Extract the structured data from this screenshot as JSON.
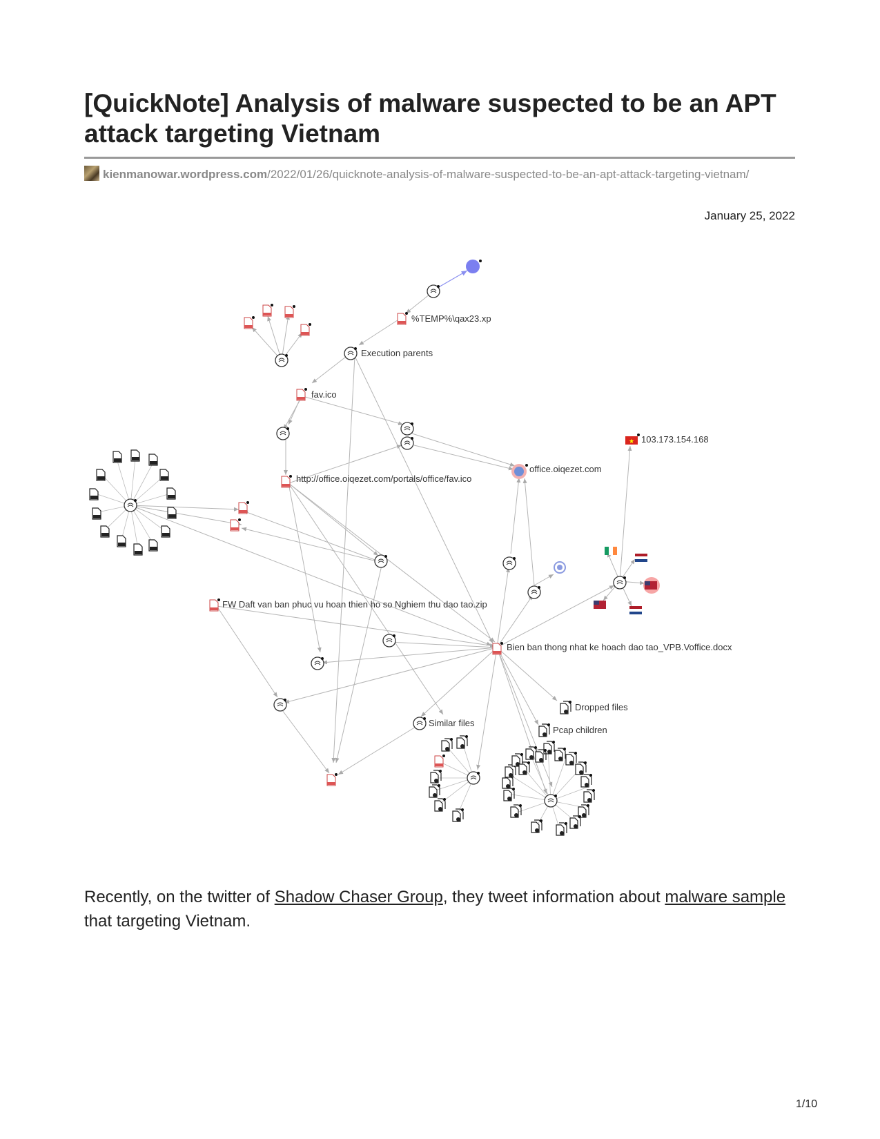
{
  "article": {
    "title": "[QuickNote] Analysis of malware suspected to be an APT attack targeting Vietnam",
    "source_domain": "kienmanowar.wordpress.com",
    "source_path": "/2022/01/26/quicknote-analysis-of-malware-suspected-to-be-an-apt-attack-targeting-vietnam/",
    "date": "January 25, 2022"
  },
  "graph_labels": {
    "temp_file": "%TEMP%\\qax23.xp",
    "execution_parents": "Execution parents",
    "fav_ico": "fav.ico",
    "ip": "103.173.154.168",
    "domain": "office.oiqezet.com",
    "url": "http://office.oiqezet.com/portals/office/fav.ico",
    "zip_file": "FW Daft van ban phuc vu hoan thien ho so Nghiem thu dao tao.zip",
    "docx_file": "Bien ban thong nhat ke hoach dao tao_VPB.Voffice.docx",
    "dropped_files": "Dropped files",
    "pcap_children": "Pcap children",
    "similar_files": "Similar files"
  },
  "paragraph": {
    "text_1": "Recently, on the twitter of ",
    "link_1": "Shadow Chaser Group",
    "text_2": ", they tweet information about ",
    "link_2": "malware sample",
    "text_3": " that targeting Vietnam."
  },
  "page_number": "1/10"
}
